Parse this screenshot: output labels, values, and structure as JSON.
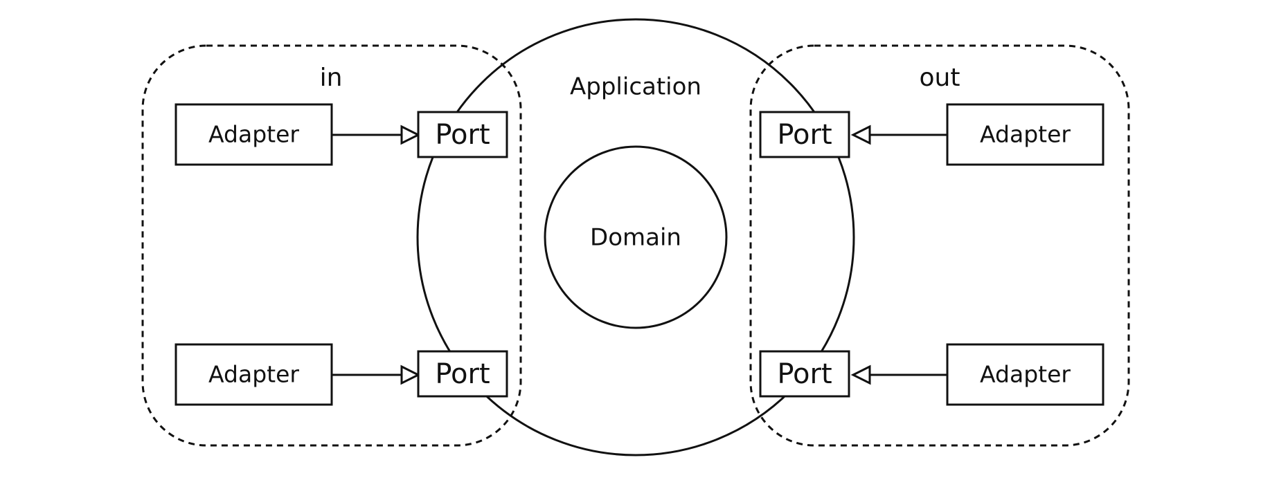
{
  "zones": {
    "in_label": "in",
    "out_label": "out"
  },
  "application": {
    "label": "Application"
  },
  "domain": {
    "label": "Domain"
  },
  "left": {
    "adapters": [
      {
        "label": "Adapter"
      },
      {
        "label": "Adapter"
      }
    ],
    "ports": [
      {
        "label": "Port"
      },
      {
        "label": "Port"
      }
    ]
  },
  "right": {
    "adapters": [
      {
        "label": "Adapter"
      },
      {
        "label": "Adapter"
      }
    ],
    "ports": [
      {
        "label": "Port"
      },
      {
        "label": "Port"
      }
    ]
  },
  "colors": {
    "stroke": "#111111",
    "background": "#ffffff"
  }
}
